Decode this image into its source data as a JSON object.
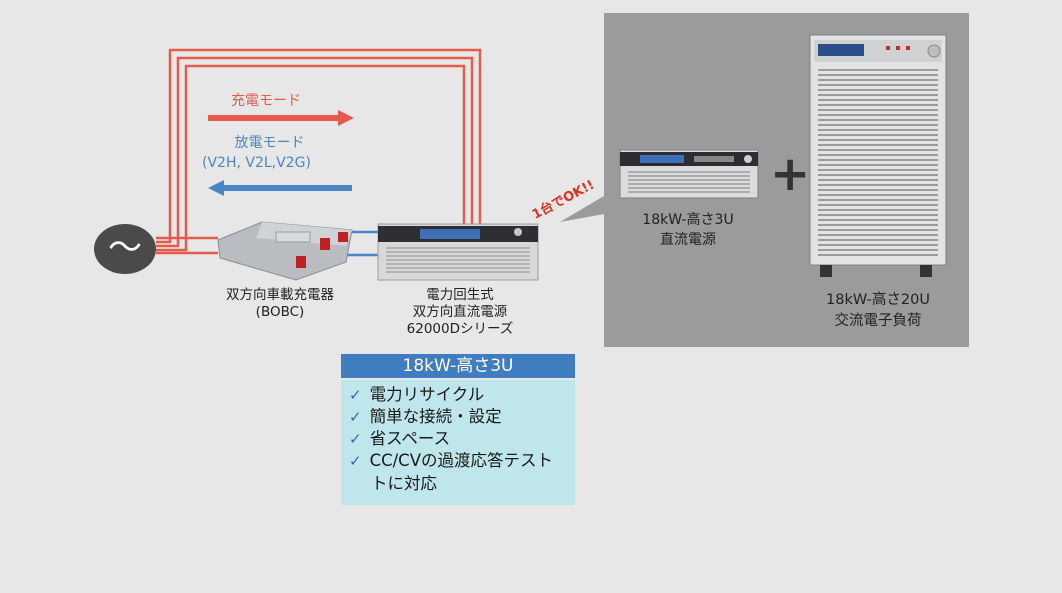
{
  "modes": {
    "charge": "充電モード",
    "discharge_line1": "放電モード",
    "discharge_line2": "(V2H, V2L,V2G)"
  },
  "ac_source_symbol": "～",
  "bobc": {
    "line1": "双方向車載充電器",
    "line2": "(BOBC)"
  },
  "regen_supply": {
    "line1": "電力回生式",
    "line2": "双方向直流電源",
    "line3": "62000Dシリーズ"
  },
  "spec_bar": "18kW-高さ3U",
  "features": [
    "電力リサイクル",
    "簡単な接続・設定",
    "省スペース",
    "CC/CVの過渡応答テスト",
    "トに対応"
  ],
  "check_symbol": "✓",
  "callout": "1台でOK!!",
  "dc_supply": {
    "line1": "18kW-高さ3U",
    "line2": "直流電源"
  },
  "plus_symbol": "+",
  "ac_load": {
    "line1": "18kW-高さ20U",
    "line2": "交流電子負荷"
  },
  "colors": {
    "charge": "#e55a4a",
    "discharge": "#4a86c5",
    "panel": "#9a9b9d",
    "spec_bar": "#3f7cc0",
    "feature_bg": "#bfe6ea"
  }
}
